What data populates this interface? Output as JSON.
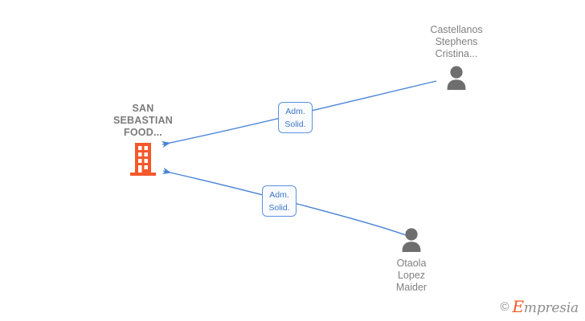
{
  "graph": {
    "company": {
      "name": "SAN\nSEBASTIAN\nFOOD...",
      "icon": "building-icon",
      "color": "#f4582b"
    },
    "persons": [
      {
        "name": "Castellanos\nStephens\nCristina...",
        "icon": "person-icon",
        "color": "#6e6e6e",
        "label_position": "above"
      },
      {
        "name": "Otaola\nLopez\nMaider",
        "icon": "person-icon",
        "color": "#6e6e6e",
        "label_position": "below"
      }
    ],
    "edges": [
      {
        "label": "Adm.\nSolid.",
        "from": "Castellanos Stephens Cristina...",
        "to": "SAN SEBASTIAN FOOD...",
        "color": "#4a84d6",
        "direction": "to-company"
      },
      {
        "label": "Adm.\nSolid.",
        "from": "Otaola Lopez Maider",
        "to": "SAN SEBASTIAN FOOD...",
        "color": "#4a84d6",
        "direction": "to-company"
      }
    ]
  },
  "watermark": {
    "copyright": "©",
    "brand_initial": "E",
    "brand_rest": "mpresia"
  }
}
